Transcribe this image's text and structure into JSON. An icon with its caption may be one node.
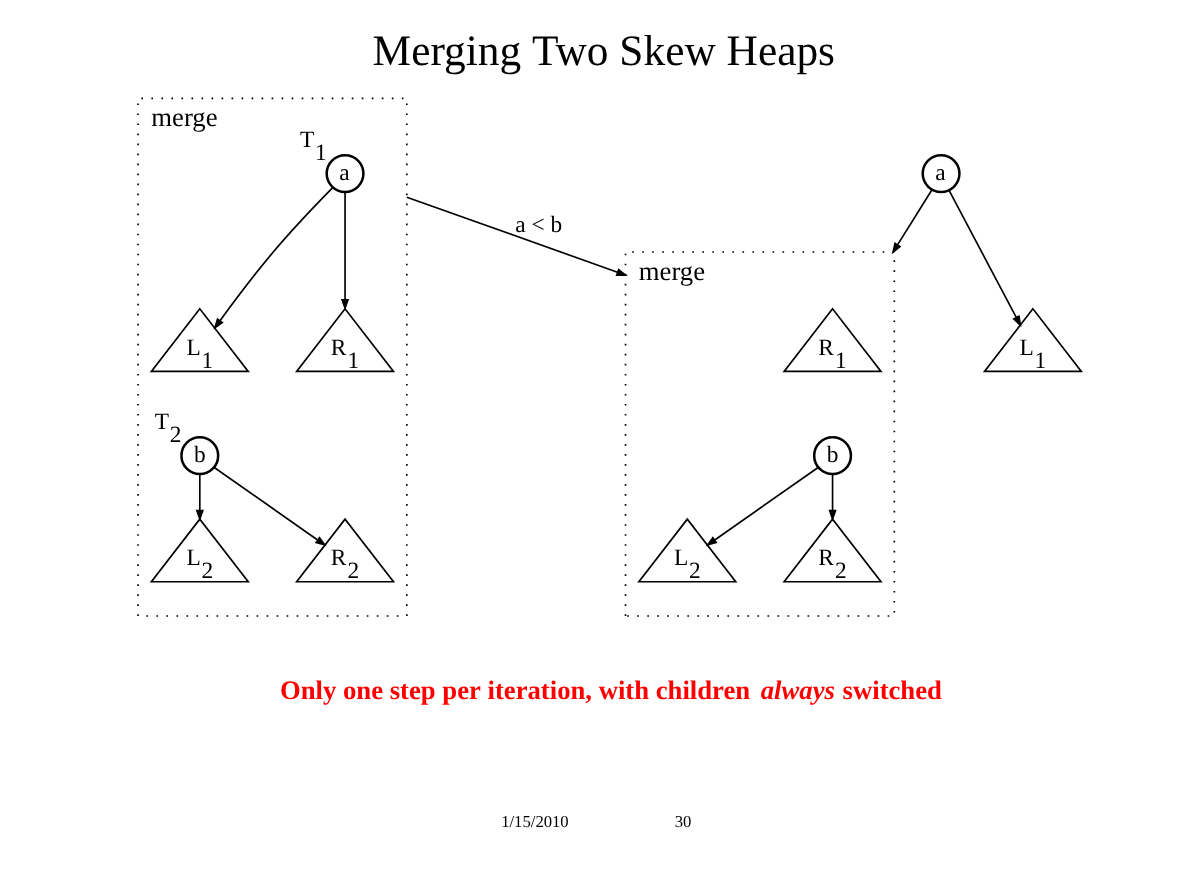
{
  "diagram": {
    "title": "Merging Two Skew Heaps",
    "caption": "Only one step per iteration, with children *always* switched",
    "nodes": [
      {
        "text": [
          "merge"
        ]
      },
      {
        "text": [
          "a"
        ],
        "in": 0,
        "beside": [
          "T$_{1}$"
        ]
      },
      {
        "text": [
          "L$_{1}$"
        ],
        "in": 0
      },
      {
        "text": [
          "R$_{1}$"
        ],
        "in": 0
      },
      {
        "text": [
          "b"
        ],
        "in": 0,
        "beside": [
          "T$_{2}$"
        ]
      },
      {
        "text": [
          "L$_{2}$"
        ],
        "in": 0
      },
      {
        "text": [
          "R$_{2}$"
        ],
        "in": 0
      },
      {
        "text": [
          "merge"
        ]
      },
      {
        "text": [
          "R$_{1}$"
        ],
        "in": 7
      },
      {
        "text": [
          "b"
        ],
        "in": 7
      },
      {
        "text": [
          "L$_{2}$"
        ],
        "in": 7
      },
      {
        "text": [
          "R$_{2}$"
        ],
        "in": 7
      },
      {
        "text": [
          "a"
        ]
      },
      {
        "text": [
          "L$_{1}$"
        ]
      }
    ],
    "edges": [
      {
        "from": 1,
        "to": 2,
        "arrow": "to"
      },
      {
        "from": 1,
        "to": 3,
        "arrow": "to"
      },
      {
        "from": 4,
        "to": 5,
        "arrow": "to"
      },
      {
        "from": 4,
        "to": 6,
        "arrow": "to"
      },
      {
        "from": 0,
        "to": 7,
        "arrow": "to",
        "label": "a < b"
      },
      {
        "from": 12,
        "to": 7,
        "arrow": "to"
      },
      {
        "from": 12,
        "to": 13,
        "arrow": "to"
      },
      {
        "from": 9,
        "to": 10,
        "arrow": "to"
      },
      {
        "from": 9,
        "to": 11,
        "arrow": "to"
      }
    ],
    "labels": [
      "1/15/2010",
      "30"
    ]
  }
}
